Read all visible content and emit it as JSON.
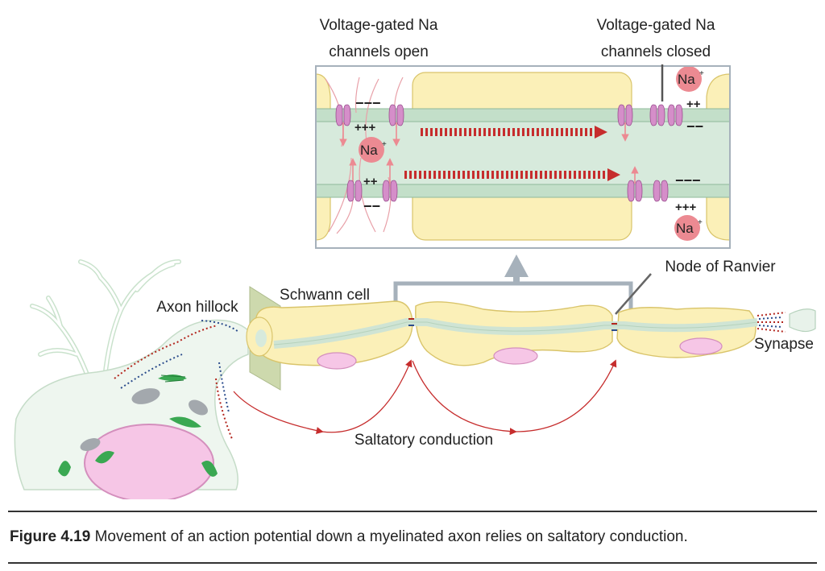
{
  "labels": {
    "na_open_line1": "Voltage-gated Na",
    "na_open_line2": "channels open",
    "na_closed_line1": "Voltage-gated Na",
    "na_closed_line2": "channels closed",
    "axon_hillock": "Axon hillock",
    "schwann_cell": "Schwann cell",
    "node_of_ranvier": "Node of Ranvier",
    "synapse": "Synapse",
    "saltatory_conduction": "Saltatory conduction",
    "sodium_ion": "Na",
    "sodium_charge": "+",
    "plus_charges": "+++",
    "plus_charges_2": "++",
    "minus_charges": "−−−",
    "minus_charges_2": "−−"
  },
  "caption": {
    "figure_number": "Figure 4.19",
    "text": " Movement of an action potential down a myelinated axon relies on saltatory conduction."
  },
  "colors": {
    "myelin": "#fbf0b8",
    "myelin_stroke": "#d9c46a",
    "axon": "#d7eadc",
    "membrane": "#a9cdb2",
    "channel": "#d58ec9",
    "sodium": "#ec8a92",
    "positive": "#b3261e",
    "negative": "#2b4c8c",
    "arrow": "#c62d2d",
    "frame": "#a6b1bb",
    "nucleus": "#f6c6e6",
    "mitochondria": "#a3a8ad",
    "er": "#3aa852"
  },
  "icons": {
    "channel": "ion-channel-icon",
    "sodium": "sodium-ion-icon"
  }
}
